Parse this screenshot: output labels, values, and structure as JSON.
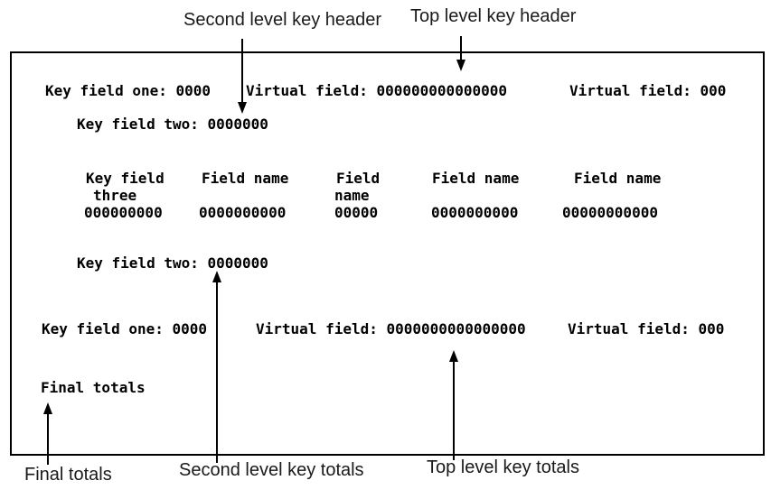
{
  "annotations": {
    "second_level_key_header": "Second level key header",
    "top_level_key_header": "Top level key header",
    "final_totals": "Final totals",
    "second_level_key_totals": "Second level key totals",
    "top_level_key_totals": "Top level key totals"
  },
  "report": {
    "top_header": {
      "key_field_one": "Key field one: 0000",
      "virtual_field_1": "Virtual field: 000000000000000",
      "virtual_field_2": "Virtual field: 000"
    },
    "second_header": {
      "key_field_two": "Key field two: 0000000"
    },
    "detail_table": {
      "columns": [
        {
          "header_line1": "Key field",
          "header_line2": "three",
          "value": "000000000"
        },
        {
          "header_line1": "Field name",
          "header_line2": "",
          "value": "0000000000"
        },
        {
          "header_line1": "Field",
          "header_line2": "name",
          "value": "00000"
        },
        {
          "header_line1": "Field name",
          "header_line2": "",
          "value": "0000000000"
        },
        {
          "header_line1": "Field name",
          "header_line2": "",
          "value": "00000000000"
        }
      ]
    },
    "second_totals": {
      "key_field_two": "Key field two: 0000000"
    },
    "top_totals": {
      "key_field_one": "Key field one: 0000",
      "virtual_field_1": "Virtual field: 0000000000000000",
      "virtual_field_2": "Virtual field: 000"
    },
    "final_totals": "Final totals"
  },
  "colors": {
    "background": "#ffffff",
    "border": "#000000",
    "text": "#000000"
  }
}
